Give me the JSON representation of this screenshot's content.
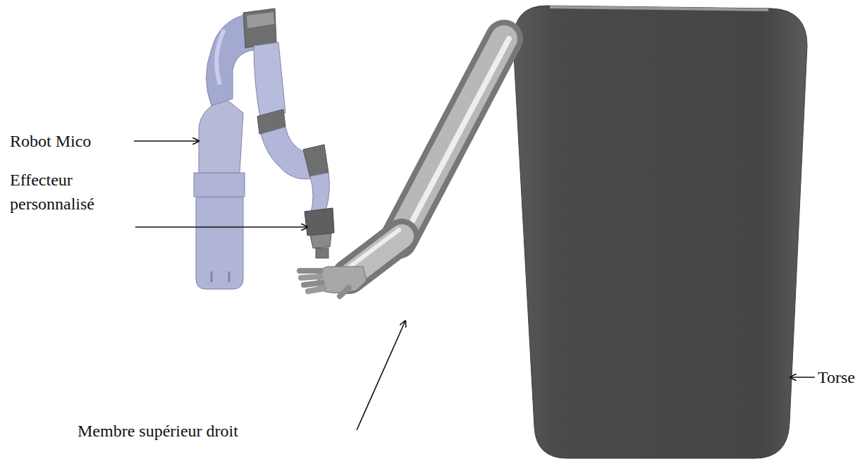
{
  "diagram": {
    "labels": [
      "Robot Mico",
      "Effecteur personnalisé",
      "Membre supérieur droit",
      "Torse"
    ]
  }
}
